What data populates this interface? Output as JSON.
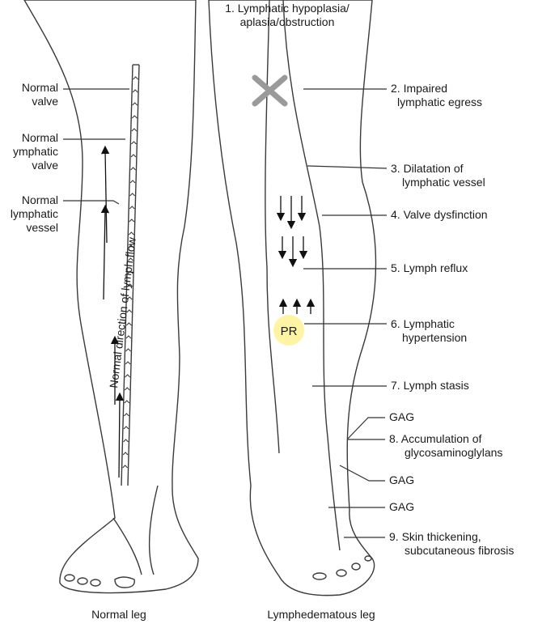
{
  "colors": {
    "skin": "#fbd9c0",
    "outline": "#3a3a3a",
    "pr_fill": "#fff4a3",
    "cross": "#9a9a9a"
  },
  "left": {
    "labels": [
      [
        "Normal",
        "valve"
      ],
      [
        "Normal",
        "ymphatic",
        "valve"
      ],
      [
        "Normal",
        "lymphatic",
        "vessel"
      ]
    ],
    "flow_text": "Normal direction of lymph flow",
    "caption": "Normal leg"
  },
  "right": {
    "title": [
      "1. Lymphatic hypoplasia/",
      "aplasia/obstruction"
    ],
    "labels": [
      [
        "2. Impaired",
        "lymphatic egress"
      ],
      [
        "3. Dilatation of",
        "lymphatic vessel"
      ],
      [
        "4. Valve dysfinction"
      ],
      [
        "5. Lymph reflux"
      ],
      [
        "6. Lymphatic",
        "hypertension"
      ],
      [
        "7. Lymph stasis"
      ],
      [
        "GAG"
      ],
      [
        "8. Accumulation of",
        "glycosaminoglylans"
      ],
      [
        "GAG"
      ],
      [
        "GAG"
      ],
      [
        "9. Skin thickening,",
        "subcutaneous fibrosis"
      ]
    ],
    "pr": "PR",
    "caption": "Lymphedematous leg"
  }
}
